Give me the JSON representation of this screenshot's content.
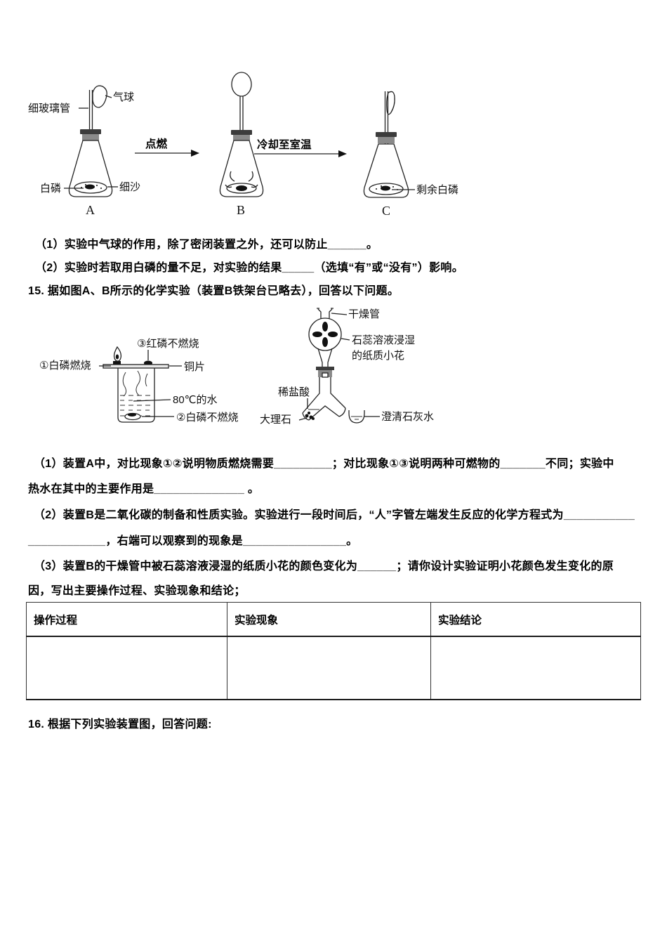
{
  "doc": {
    "bg": "#ffffff",
    "text_color": "#000000"
  },
  "figure1": {
    "labels": {
      "thin_glass_tube": "细玻璃管",
      "balloon": "气球",
      "white_phosphorus": "白磷",
      "fine_sand": "细沙",
      "ignite": "点燃",
      "cool_to_room_temp": "冷却至室温",
      "remaining_white_phosphorus": "剩余白磷",
      "flask_a": "A",
      "flask_b": "B",
      "flask_c": "C"
    }
  },
  "intro_questions": {
    "item1": "（1）实验中气球的作用，除了密闭装置之外，还可以防止______。",
    "item2": "（2）实验时若取用白磷的量不足，对实验的结果_____（选填“有”或“没有”）影响。"
  },
  "q15": {
    "stem": "15. 据如图A、B所示的化学实验（装置B铁架台已略去），回答以下问题。",
    "figureA": {
      "red_phosphorus_not_burn": "③红磷不燃烧",
      "white_phosphorus_burn": "①白磷燃烧",
      "copper_sheet": "铜片",
      "hot_water": "80℃的水",
      "white_phosphorus_not_burn": "②白磷不燃烧"
    },
    "figureB": {
      "drying_tube": "干燥管",
      "flower_line1": "石蕊溶液浸湿",
      "flower_line2": "的纸质小花",
      "dilute_hydrochloric_acid": "稀盐酸",
      "marble": "大理石",
      "clear_limewater": "澄清石灰水"
    },
    "item1_line1": "（1）装置A中，对比现象①②说明物质燃烧需要_________；对比现象①③说明两种可燃物的_______不同；实验中",
    "item1_line2": "热水在其中的主要作用是______________ 。",
    "item2_line1": "（2）装置B是二氧化碳的制备和性质实验。实验进行一段时间后，“人”字管左端发生反应的化学方程式为___________",
    "item2_line2": "____________，右端可以观察到的现象是________________。",
    "item3_line1": "（3）装置B的干燥管中被石蕊溶液浸湿的纸质小花的颜色变化为______；请你设计实验证明小花颜色发生变化的原",
    "item3_line2": "因，写出主要操作过程、实验现象和结论；",
    "table": {
      "headers": [
        "操作过程",
        "实验现象",
        "实验结论"
      ]
    }
  },
  "q16": {
    "stem": "16. 根据下列实验装置图，回答问题:"
  }
}
